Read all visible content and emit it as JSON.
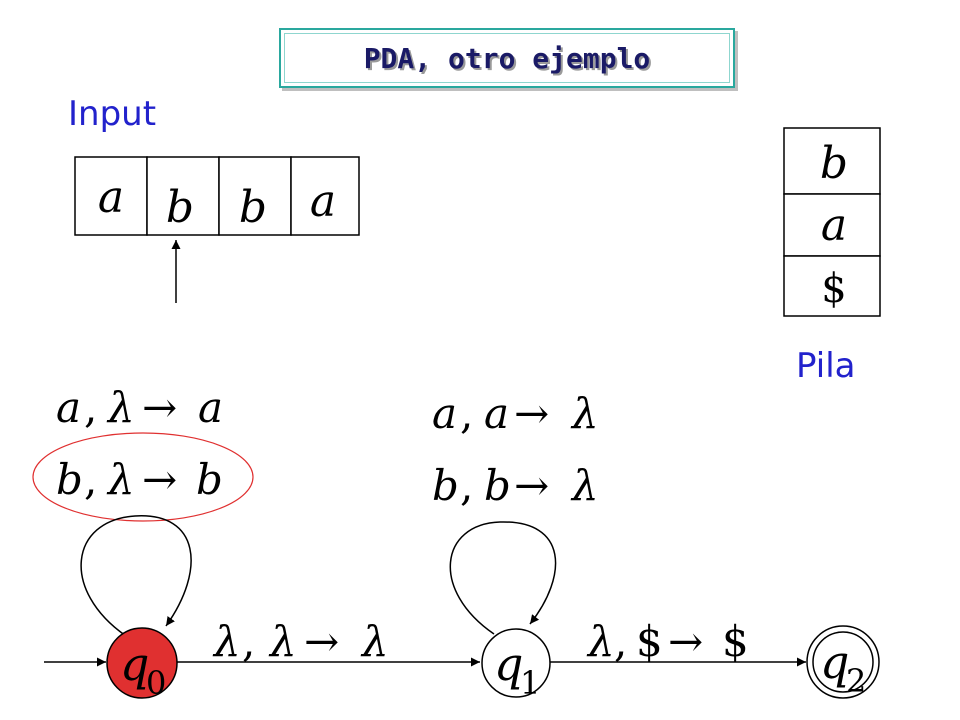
{
  "title": "PDA, otro ejemplo",
  "input_label": "Input",
  "stack_label": "Pila",
  "input_tape": [
    "a",
    "b",
    "b",
    "a"
  ],
  "stack": [
    "b",
    "a",
    "$"
  ],
  "states": {
    "q0": {
      "name": "q",
      "sub": "0"
    },
    "q1": {
      "name": "q",
      "sub": "1"
    },
    "q2": {
      "name": "q",
      "sub": "2"
    }
  },
  "q0_loop": {
    "t1": {
      "read": "a",
      "pop": "λ",
      "push": "a"
    },
    "t2": {
      "read": "b",
      "pop": "λ",
      "push": "b"
    }
  },
  "q1_loop": {
    "t1": {
      "read": "a",
      "pop": "a",
      "push": "λ"
    },
    "t2": {
      "read": "b",
      "pop": "b",
      "push": "λ"
    }
  },
  "edge_q0_q1": {
    "read": "λ",
    "pop": "λ",
    "push": "λ"
  },
  "edge_q1_q2": {
    "read": "λ",
    "pop": "$",
    "push": "$"
  },
  "separator": ",",
  "arrow": "→",
  "colors": {
    "title_border": "#2aa89e",
    "title_text": "#1a1a66",
    "label_blue": "#2222cc",
    "highlight": "#e03030",
    "active_state": "#e03030"
  }
}
